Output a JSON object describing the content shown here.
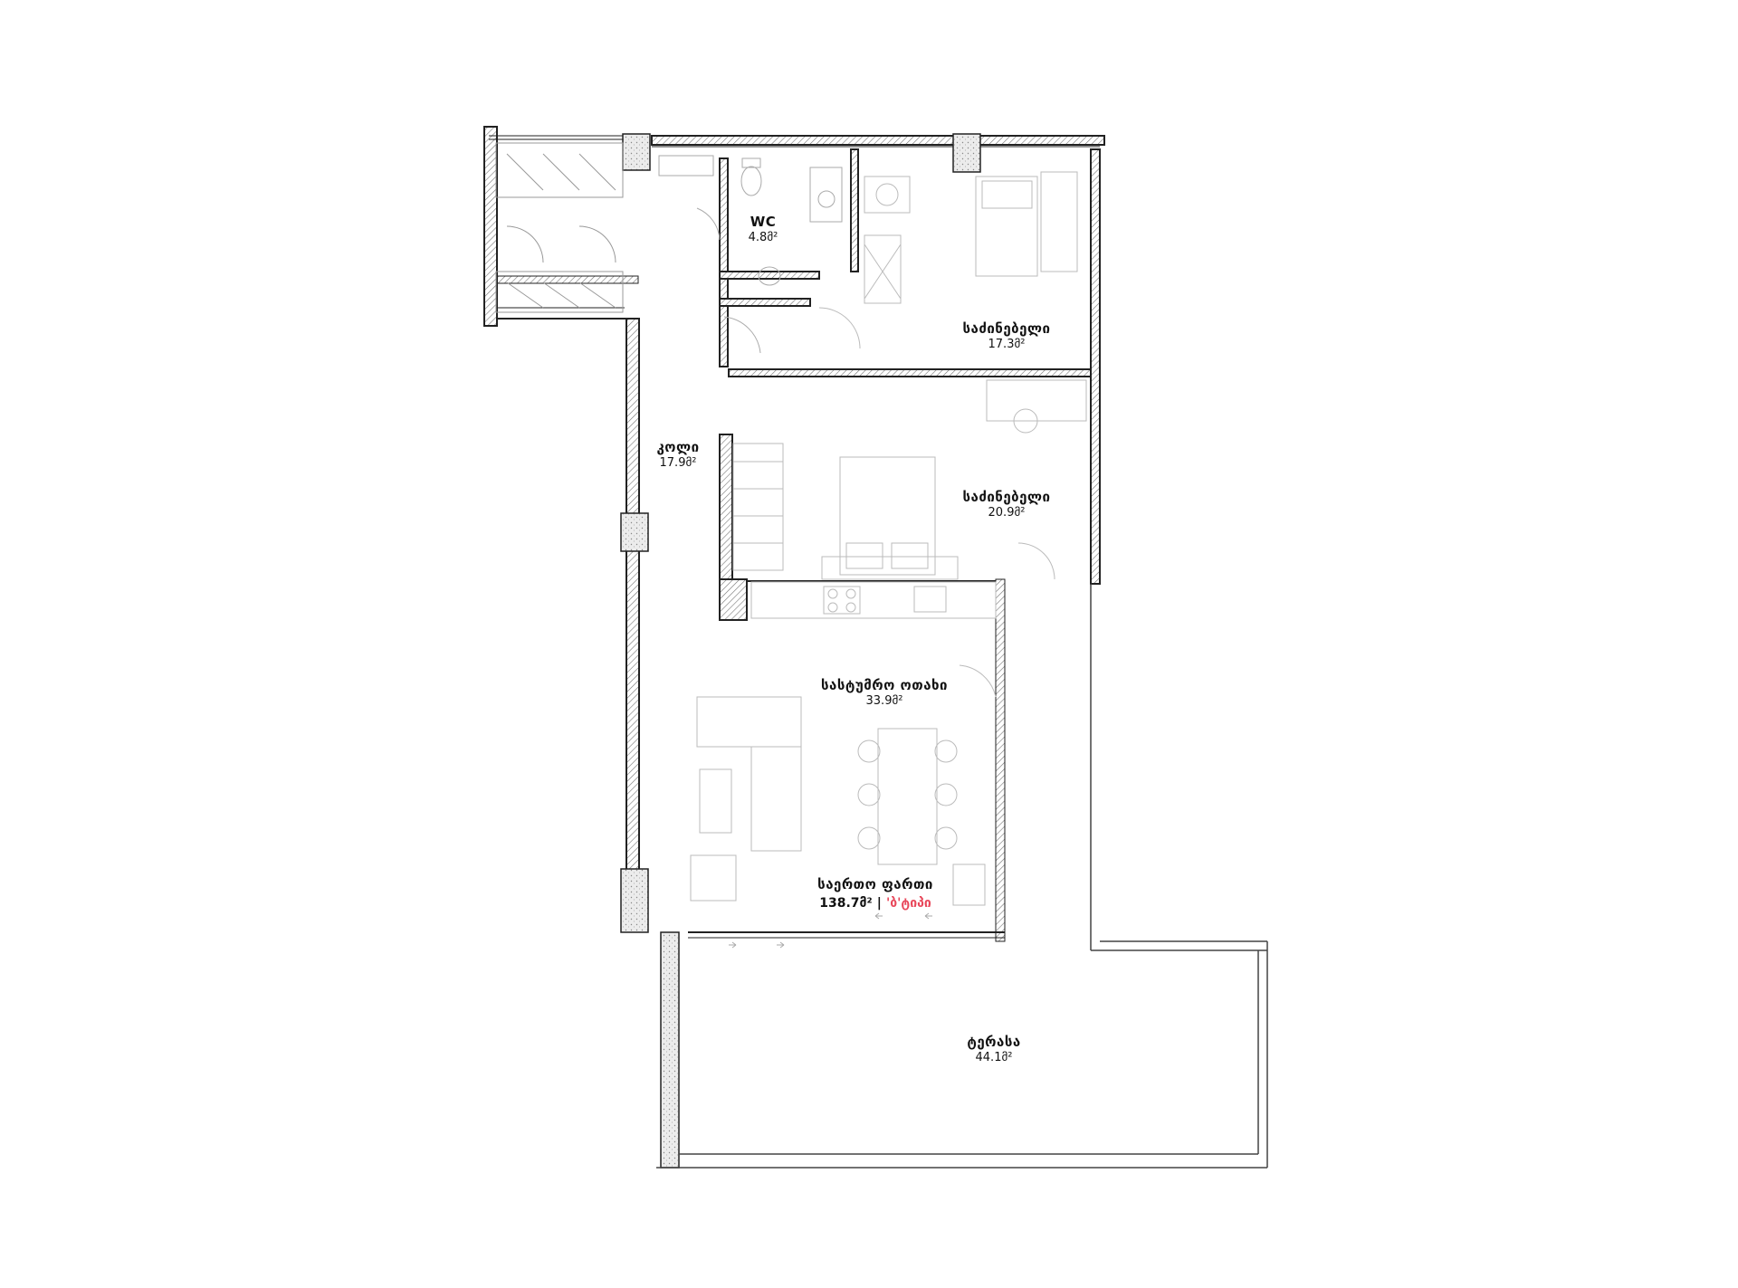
{
  "colors": {
    "accent": "#e8475a",
    "line": "#222222",
    "hatch": "#9a9a9a",
    "furniture": "#b8b8b8"
  },
  "rooms": {
    "wc": {
      "name": "WC",
      "area": "4.8მ²"
    },
    "bedroom_small": {
      "name": "საძინებელი",
      "area": "17.3მ²"
    },
    "hallway": {
      "name": "კოლი",
      "area": "17.9მ²"
    },
    "bedroom_large": {
      "name": "საძინებელი",
      "area": "20.9მ²"
    },
    "living_room": {
      "name": "სასტუმრო ოთახი",
      "area": "33.9მ²"
    },
    "terrace": {
      "name": "ტერასა",
      "area": "44.1მ²"
    }
  },
  "summary": {
    "label": "საერთო ფართი",
    "area": "138.7მ²",
    "separator": "|",
    "type": "'ბ'ტიპი"
  }
}
